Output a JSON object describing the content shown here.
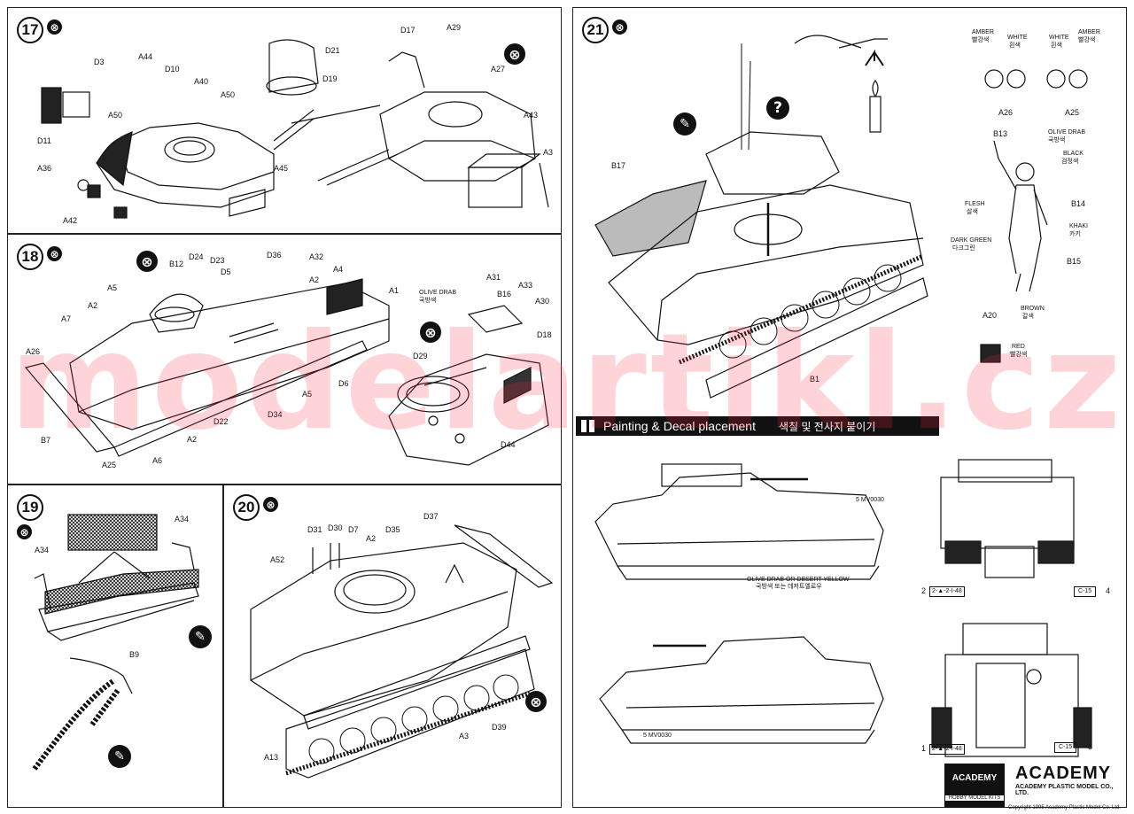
{
  "steps": {
    "s17": {
      "number": "17",
      "labels": [
        "D3",
        "A44",
        "D10",
        "D21",
        "D17",
        "A29",
        "A27",
        "A40",
        "D19",
        "A50",
        "A50",
        "D11",
        "A36",
        "A45",
        "A43",
        "A3",
        "A42"
      ]
    },
    "s18": {
      "number": "18",
      "labels": [
        "B12",
        "D24",
        "D23",
        "D5",
        "D36",
        "A32",
        "A4",
        "A1",
        "A5",
        "A2",
        "A7",
        "A26",
        "A2",
        "B7",
        "A25",
        "A6",
        "D22",
        "A2",
        "D34",
        "A5",
        "D6",
        "A31",
        "B16",
        "A33",
        "A30",
        "D18",
        "D29",
        "D44"
      ],
      "paint_en": "OLIVE DRAB",
      "paint_kr": "국방색"
    },
    "s19": {
      "number": "19",
      "labels": [
        "A34",
        "A34",
        "B9"
      ]
    },
    "s20": {
      "number": "20",
      "labels": [
        "D31",
        "D30",
        "D7",
        "A2",
        "D35",
        "D37",
        "A52",
        "A13",
        "A3",
        "D39"
      ]
    },
    "s21": {
      "number": "21",
      "labels": [
        "B17",
        "B1",
        "A26",
        "A25",
        "B13",
        "B14",
        "B15",
        "A20"
      ]
    }
  },
  "figure_colors": [
    {
      "en": "AMBER",
      "kr": "빨강색"
    },
    {
      "en": "WHITE",
      "kr": "흰색"
    },
    {
      "en": "WHITE",
      "kr": "흰색"
    },
    {
      "en": "AMBER",
      "kr": "빨강색"
    },
    {
      "en": "OLIVE DRAB",
      "kr": "국방색"
    },
    {
      "en": "BLACK",
      "kr": "검정색"
    },
    {
      "en": "FLESH",
      "kr": "살색"
    },
    {
      "en": "KHAKI",
      "kr": "카키"
    },
    {
      "en": "DARK GREEN",
      "kr": "다크그린"
    },
    {
      "en": "BROWN",
      "kr": "갈색"
    },
    {
      "en": "RED",
      "kr": "빨강색"
    }
  ],
  "painting": {
    "title_en": "Painting & Decal placement",
    "title_kr": "색칠 및 전사지 붙이기",
    "color_note_en": "OLIVE DRAB OR DESERT YELLOW",
    "color_note_kr": "국방색 또는 데저트엘로우",
    "decals": {
      "d5_top": "5 MV0030",
      "d5_bottom": "5 MV0030",
      "d2": "2",
      "d4": "4",
      "d1": "1",
      "d3": "3",
      "c15a": "C-15",
      "c15b": "C-15",
      "plate1": "2-▲-2-I-48",
      "plate2": "2-▲-2-I-48"
    }
  },
  "watermark": "modelartikl.cz",
  "brand": {
    "small": "ACADEMY",
    "small_sub": "HOBBY MODEL KITS",
    "big": "ACADEMY",
    "big_sub": "ACADEMY PLASTIC MODEL CO., LTD.",
    "copyright": "Copyright 1995 Academy Plastic Model Co. Ltd."
  },
  "colors": {
    "ink": "#111111",
    "watermark": "#ff2a3c"
  }
}
